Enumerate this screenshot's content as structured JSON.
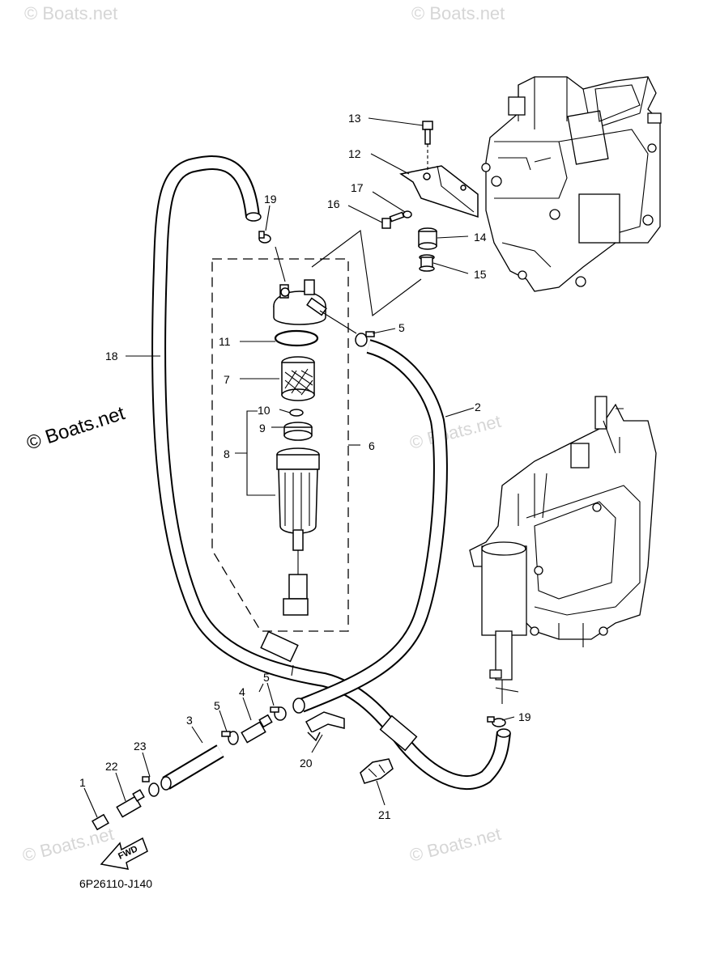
{
  "watermark": {
    "text": "© Boats.net",
    "main": "© Boats.net"
  },
  "diagram_code": "6P26110-J140",
  "fwd_label": "FWD",
  "callouts": [
    {
      "id": "c1",
      "text": "1"
    },
    {
      "id": "c2",
      "text": "2"
    },
    {
      "id": "c3",
      "text": "3"
    },
    {
      "id": "c4",
      "text": "4"
    },
    {
      "id": "c5a",
      "text": "5"
    },
    {
      "id": "c5b",
      "text": "5"
    },
    {
      "id": "c5c",
      "text": "5"
    },
    {
      "id": "c6",
      "text": "6"
    },
    {
      "id": "c7",
      "text": "7"
    },
    {
      "id": "c8",
      "text": "8"
    },
    {
      "id": "c9",
      "text": "9"
    },
    {
      "id": "c10",
      "text": "10"
    },
    {
      "id": "c11",
      "text": "11"
    },
    {
      "id": "c12",
      "text": "12"
    },
    {
      "id": "c13",
      "text": "13"
    },
    {
      "id": "c14",
      "text": "14"
    },
    {
      "id": "c15",
      "text": "15"
    },
    {
      "id": "c16",
      "text": "16"
    },
    {
      "id": "c17",
      "text": "17"
    },
    {
      "id": "c18",
      "text": "18"
    },
    {
      "id": "c19a",
      "text": "19"
    },
    {
      "id": "c19b",
      "text": "19"
    },
    {
      "id": "c20",
      "text": "20"
    },
    {
      "id": "c21",
      "text": "21"
    },
    {
      "id": "c22",
      "text": "22"
    },
    {
      "id": "c23",
      "text": "23"
    }
  ]
}
